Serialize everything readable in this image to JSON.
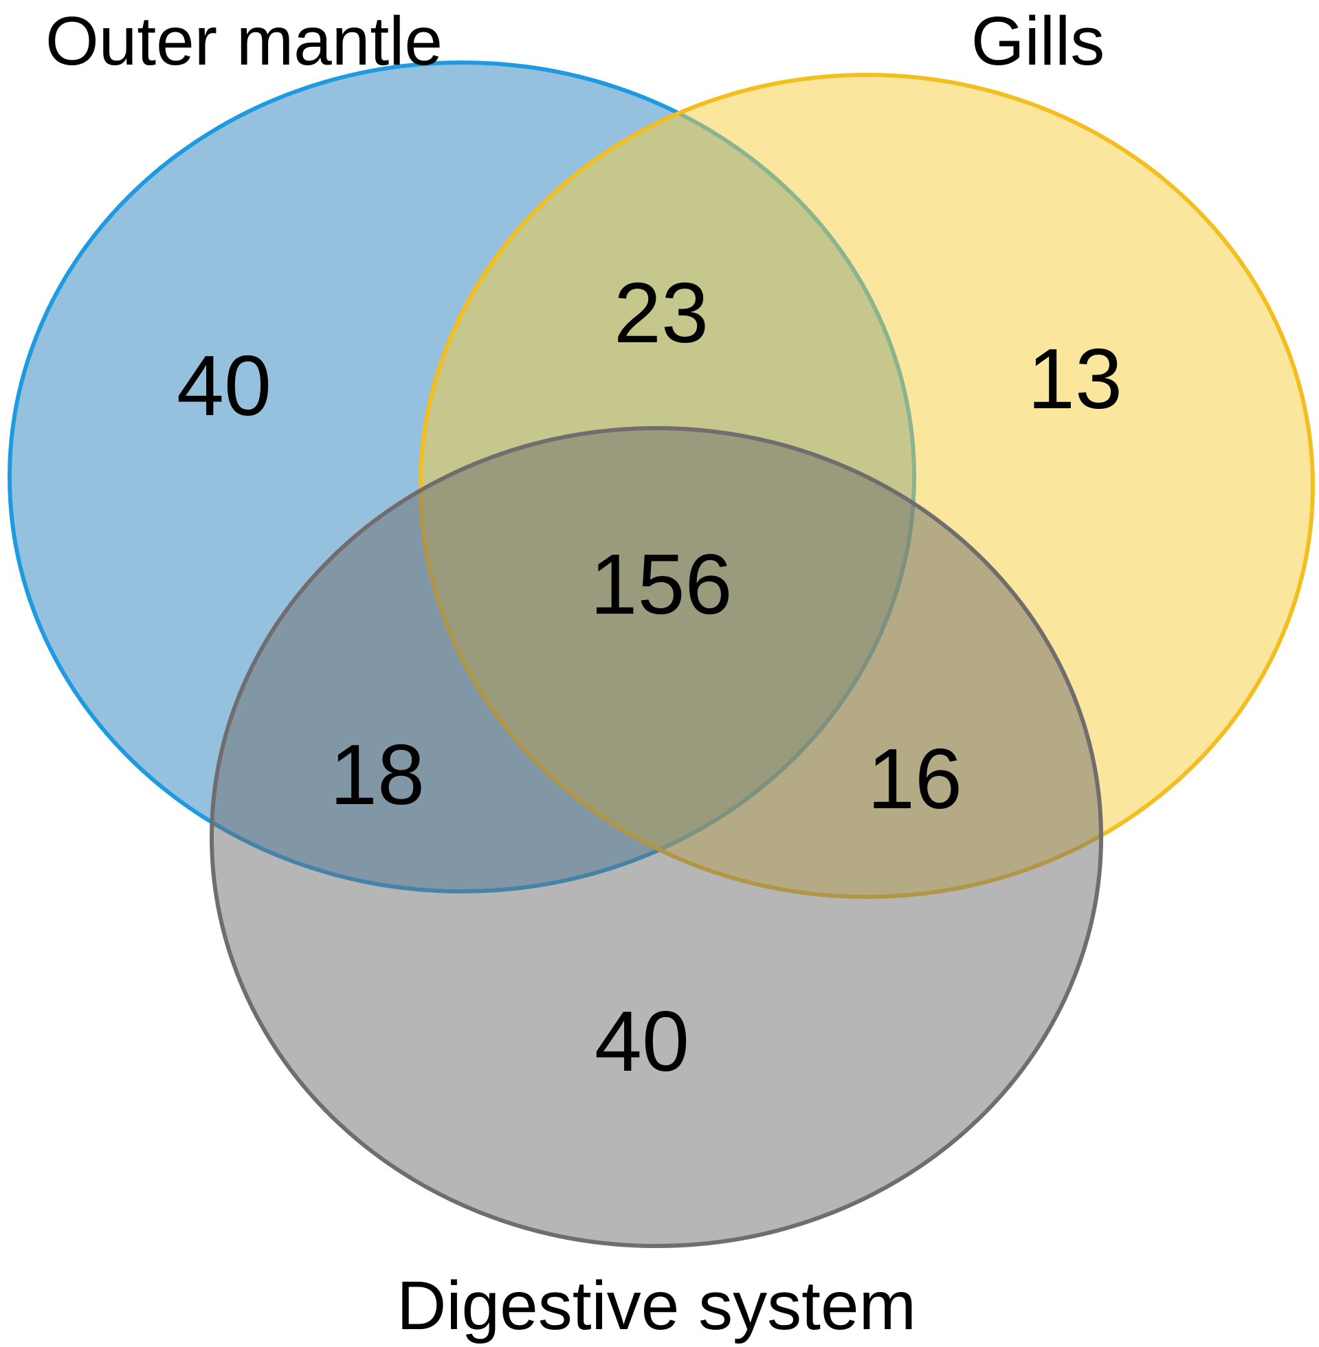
{
  "diagram": {
    "type": "venn",
    "sets": [
      {
        "id": "outer_mantle",
        "label": "Outer mantle",
        "stroke": "#1E9BE0",
        "fill": "#2D84BD"
      },
      {
        "id": "gills",
        "label": "Gills",
        "stroke": "#F4BE1E",
        "fill": "#F6CD3B"
      },
      {
        "id": "digestive_system",
        "label": "Digestive system",
        "stroke": "#716D6E",
        "fill": "#6E6E6E"
      }
    ],
    "regions": {
      "outer_mantle_only": "40",
      "gills_only": "13",
      "digestive_system_only": "40",
      "outer_mantle_and_gills": "23",
      "outer_mantle_and_digestive_system": "18",
      "gills_and_digestive_system": "16",
      "all_three": "156"
    }
  }
}
